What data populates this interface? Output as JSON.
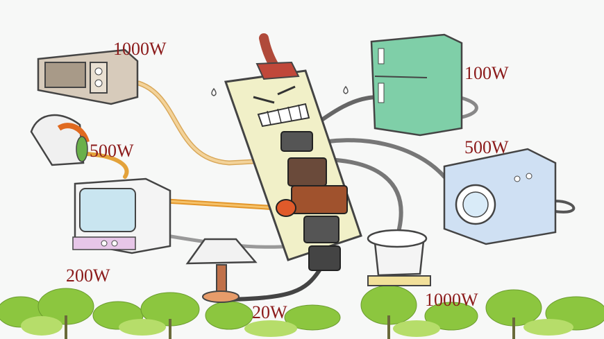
{
  "labels": {
    "microwave": "1000W",
    "iron": "500W",
    "fridge": "100W",
    "washer": "500W",
    "tv": "200W",
    "lamp": "20W",
    "cooker": "1000W"
  },
  "colors": {
    "label_text": "#8b1a1a",
    "strip_body": "#f1f0c8",
    "strip_outline": "#444444",
    "fridge": "#7fcfa8",
    "washer": "#cfe0f3",
    "microwave": "#d7cbbb",
    "trees": "#8cc63f"
  },
  "icons": [
    "power-strip-icon",
    "microwave-icon",
    "iron-icon",
    "tv-icon",
    "lamp-icon",
    "rice-cooker-icon",
    "fridge-icon",
    "washing-machine-icon",
    "tree-icon"
  ]
}
